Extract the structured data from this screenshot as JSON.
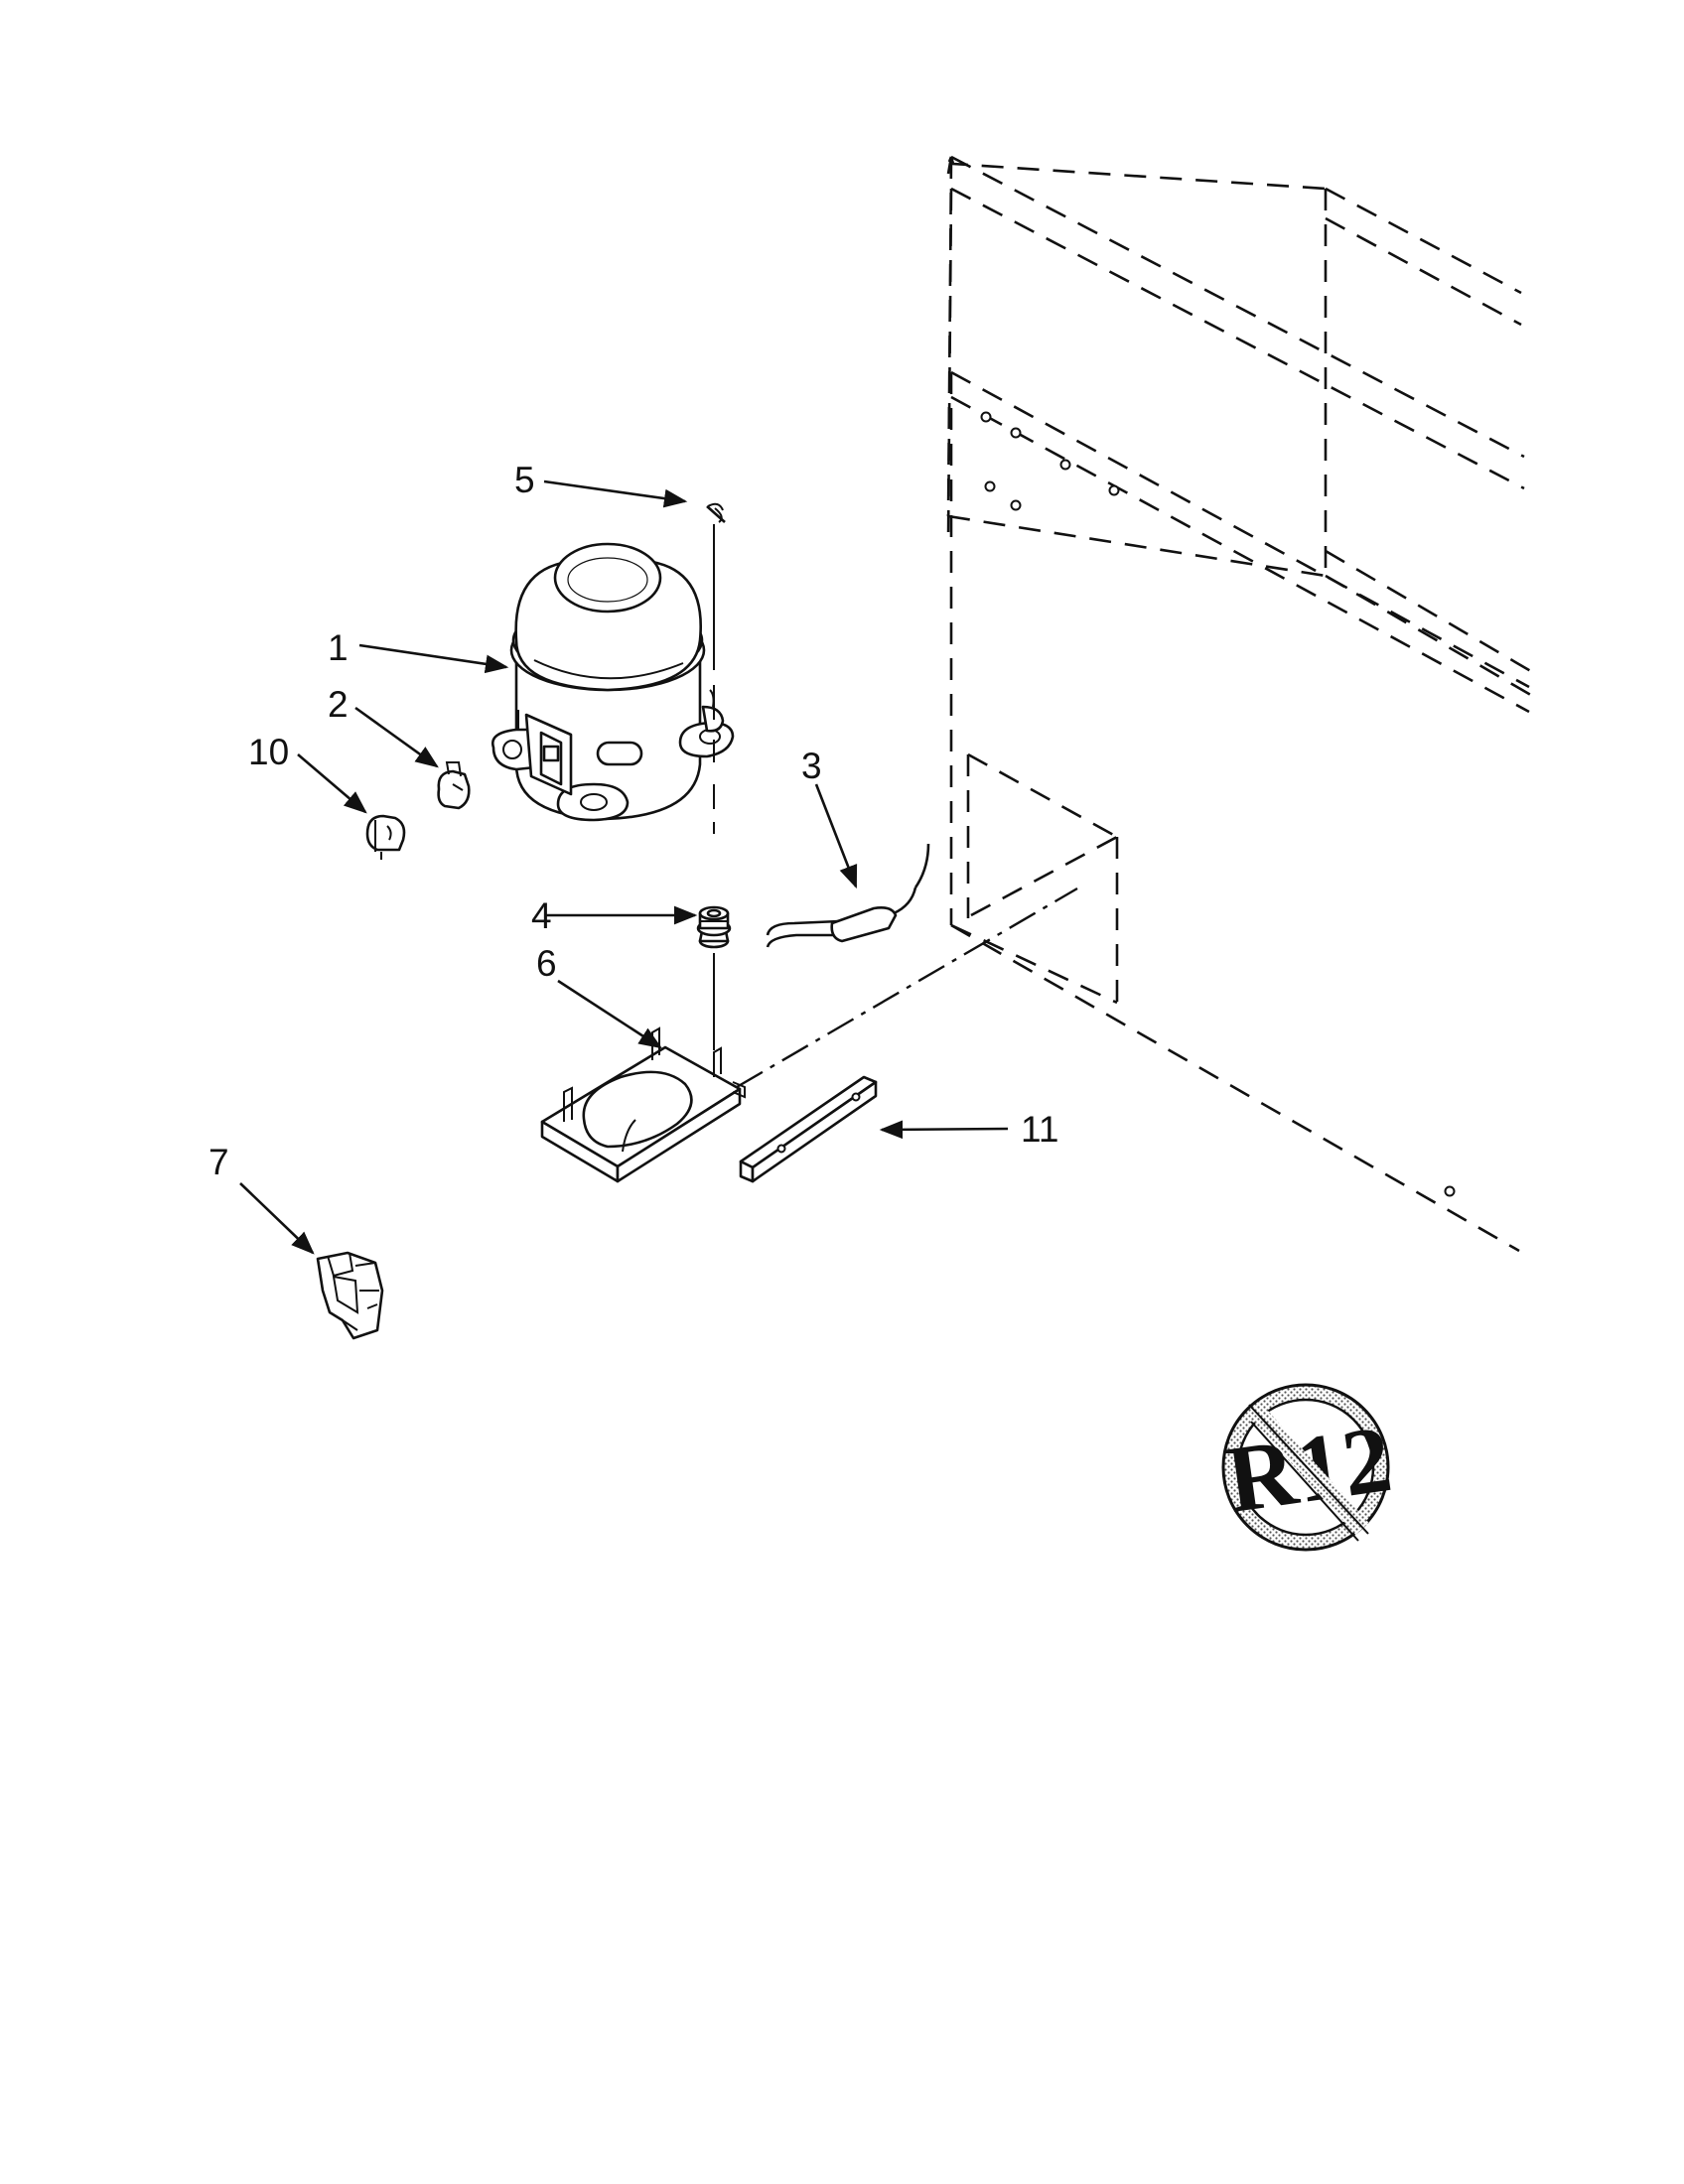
{
  "callouts": {
    "c1": "1",
    "c2": "2",
    "c3": "3",
    "c4": "4",
    "c5": "5",
    "c6": "6",
    "c7": "7",
    "c10": "10",
    "c11": "11"
  },
  "no_r12_symbol": {
    "label": "R12",
    "icon": "no-r12-prohibition-icon"
  },
  "colors": {
    "ink": "#111111",
    "background": "#ffffff"
  }
}
